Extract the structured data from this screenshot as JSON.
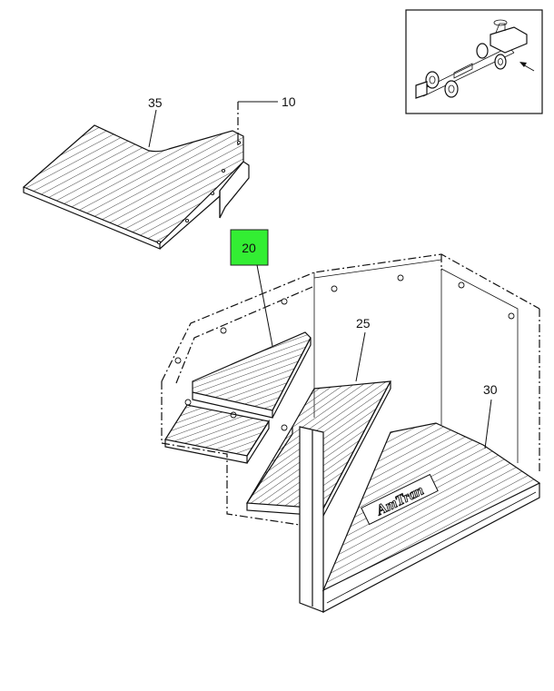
{
  "callouts": {
    "c10": "10",
    "c20": "20",
    "c25": "25",
    "c30": "30",
    "c35": "35"
  },
  "highlight_color": "#33ee33",
  "logo_text": "AmTran",
  "inset": {
    "icon": "truck-chassis-icon",
    "arrow": "arrow-pointer-icon"
  }
}
